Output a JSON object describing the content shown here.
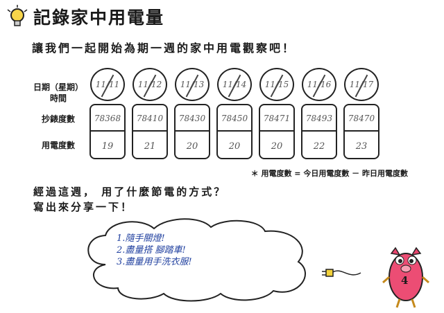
{
  "title": "記錄家中用電量",
  "intro": "讓我們一起開始為期一週的家中用電觀察吧！",
  "row_labels": {
    "date": "日期（星期）\n時間",
    "meter": "抄錶度數",
    "usage": "用電度數"
  },
  "days": [
    {
      "date": "11/11",
      "meter": "78368",
      "usage": "19"
    },
    {
      "date": "11/12",
      "meter": "78410",
      "usage": "21"
    },
    {
      "date": "11/13",
      "meter": "78430",
      "usage": "20"
    },
    {
      "date": "11/14",
      "meter": "78450",
      "usage": "20"
    },
    {
      "date": "11/15",
      "meter": "78471",
      "usage": "20"
    },
    {
      "date": "11/16",
      "meter": "78493",
      "usage": "22"
    },
    {
      "date": "11/17",
      "meter": "78470",
      "usage": "23"
    }
  ],
  "formula_note": "＊ 用電度數 = 今日用電度數 － 昨日用電度數",
  "question_line1": "經過這週， 用了什麼節電的方式？",
  "question_line2": "寫出來分享一下！",
  "answers": [
    "1.隨手關燈!",
    "2.盡量搭 腳踏車!",
    "3.盡量用手洗衣服!"
  ],
  "mascot_number": "4"
}
